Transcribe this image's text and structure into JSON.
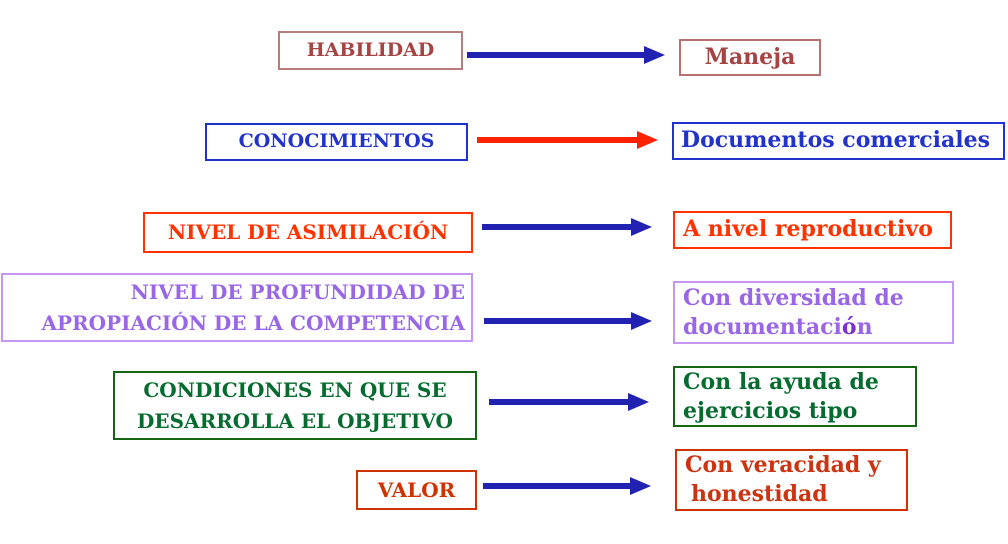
{
  "colors": {
    "background": "#FFFFFF",
    "blue_arrow": "#2121B2",
    "red_arrow": "#FF2200",
    "row1_text": "#A64444",
    "row1_border": "#B97C7C",
    "row2_text": "#2233CC",
    "row3_text": "#FF3300",
    "row4_text": "#9A66E8",
    "row4_border": "#C795F5",
    "row4_accent": "#7B2FD4",
    "row5_text": "#056B2E",
    "row6_text": "#CC3300"
  },
  "rows": [
    {
      "left_label": "HABILIDAD",
      "right_line1": "Maneja",
      "arrow_color": "blue"
    },
    {
      "left_label": "CONOCIMIENTOS",
      "right_line1": "Documentos comerciales",
      "arrow_color": "red"
    },
    {
      "left_label": "NIVEL DE ASIMILACIÓN",
      "right_line1": "A nivel reproductivo",
      "arrow_color": "blue"
    },
    {
      "left_line1": "NIVEL DE PROFUNDIDAD DE",
      "left_line2": "APROPIACIÓN DE LA COMPETENCIA",
      "right_line1": "Con diversidad de",
      "right_line2_pre": "documentaci",
      "right_line2_accent": "ó",
      "right_line2_post": "n",
      "arrow_color": "blue"
    },
    {
      "left_line1": "CONDICIONES EN QUE SE",
      "left_line2": "DESARROLLA EL OBJETIVO",
      "right_line1": "Con la ayuda de",
      "right_line2": "ejercicios tipo",
      "arrow_color": "blue"
    },
    {
      "left_label": "VALOR",
      "right_line1": "Con veracidad y",
      "right_line2": "honestidad",
      "arrow_color": "blue"
    }
  ]
}
